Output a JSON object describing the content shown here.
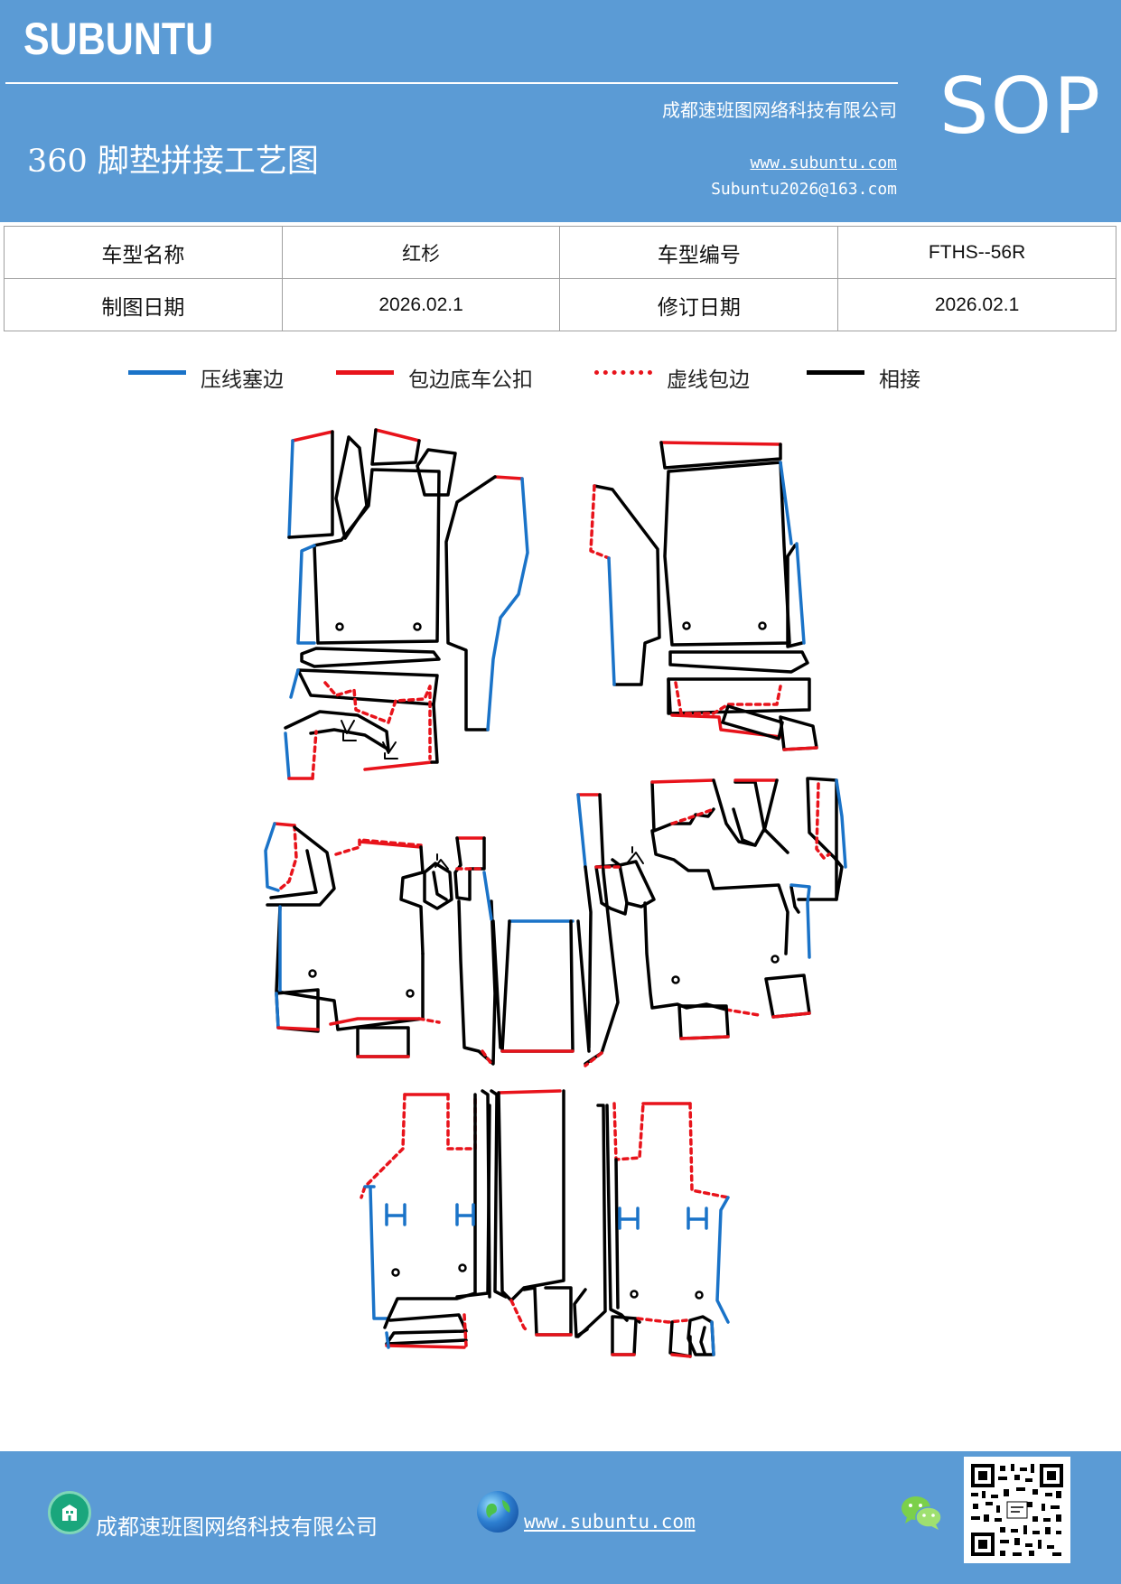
{
  "header": {
    "brand": "SUBUNTU",
    "title": "360 脚垫拼接工艺图",
    "company": "成都速班图网络科技有限公司",
    "url": "www.subuntu.com",
    "email": "Subuntu2026@163.com",
    "badge": "SOP",
    "background_color": "#5b9bd5"
  },
  "info_table": {
    "rows": [
      {
        "label1": "车型名称",
        "value1": "红杉",
        "label2": "车型编号",
        "value2": "FTHS--56R"
      },
      {
        "label1": "制图日期",
        "value1": "2026.02.1",
        "label2": "修订日期",
        "value2": "2026.02.1"
      }
    ]
  },
  "legend": [
    {
      "label": "压线塞边",
      "color": "#1a73c8",
      "style": "solid"
    },
    {
      "label": "包边底车公扣",
      "color": "#e8131b",
      "style": "solid"
    },
    {
      "label": "虚线包边",
      "color": "#e8131b",
      "style": "dotted"
    },
    {
      "label": "相接",
      "color": "#000000",
      "style": "solid"
    }
  ],
  "footer": {
    "company": "成都速班图网络科技有限公司",
    "url": "www.subuntu.com",
    "company_icon": "building-icon",
    "web_icon": "globe-icon",
    "chat_icon": "wechat-icon",
    "qr_icon": "qr-code-icon"
  }
}
